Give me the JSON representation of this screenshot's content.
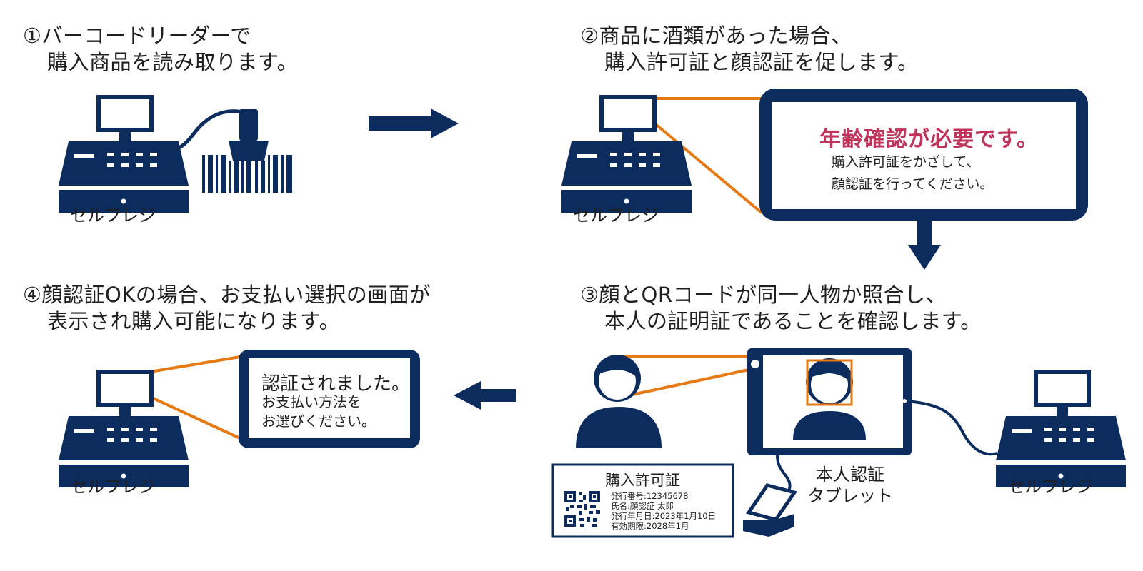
{
  "colors": {
    "navy": "#0c2c5e",
    "orange": "#e57a14",
    "accent": "#c0335a",
    "white": "#ffffff"
  },
  "steps": [
    {
      "line1": "①バーコードリーダーで",
      "line2": "購入商品を読み取ります。"
    },
    {
      "line1": "②商品に酒類があった場合、",
      "line2": "購入許可証と顔認証を促します。"
    },
    {
      "line1": "③顔とQRコードが同一人物か照合し、",
      "line2": "本人の証明証であることを確認します。"
    },
    {
      "line1": "④顔認証OKの場合、お支払い選択の画面が",
      "line2": "表示され購入可能になります。"
    }
  ],
  "register_label": "セルフレジ",
  "tablet_message": {
    "title": "年齢確認が必要です。",
    "body1": "購入許可証をかざして、",
    "body2": "顔認証を行ってください。"
  },
  "tablet_label": {
    "line1": "本人認証",
    "line2": "タブレット"
  },
  "permit": {
    "title": "購入許可証",
    "fields": [
      "発行番号:12345678",
      "氏名:顔認証 太郎",
      "発行年月日:2023年1月10日",
      "有効期限:2028年1月"
    ]
  },
  "payment_message": {
    "title": "認証されました。",
    "body1": "お支払い方法を",
    "body2": "お選びください。"
  },
  "icons": [
    "cash-register-icon",
    "barcode-scanner-icon",
    "barcode-icon",
    "arrow-icon",
    "person-icon",
    "tablet-icon",
    "qr-code-icon",
    "card-reader-icon"
  ]
}
